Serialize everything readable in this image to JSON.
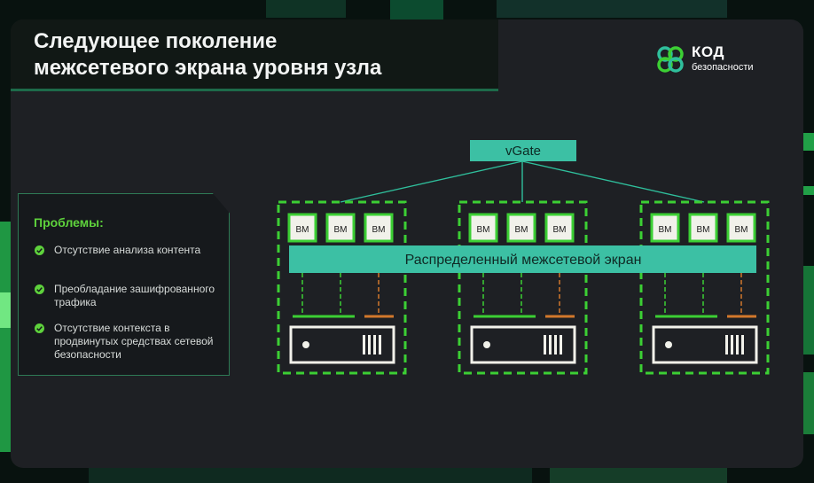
{
  "slide": {
    "title_lines": [
      "Следующее поколение",
      "межсетевого экрана уровня узла"
    ]
  },
  "logo": {
    "name": "КОД",
    "subtitle": "безопасности"
  },
  "problems": {
    "heading": "Проблемы:",
    "items": [
      "Отсутствие анализа контента",
      "Преобладание зашифрованного трафика",
      "Отсутствие контекста в продвинутых средствах сетевой безопасности"
    ]
  },
  "diagram": {
    "controller_label": "vGate",
    "firewall_label": "Распределенный межсетевой экран",
    "vm_label": "ВМ",
    "hosts": [
      {
        "vms": [
          "ВМ",
          "ВМ",
          "ВМ"
        ]
      },
      {
        "vms": [
          "ВМ",
          "ВМ",
          "ВМ"
        ]
      },
      {
        "vms": [
          "ВМ",
          "ВМ",
          "ВМ"
        ]
      }
    ]
  },
  "colors": {
    "accent_teal": "#3cc0a4",
    "accent_green": "#3ccf34",
    "orange": "#d2782c",
    "slide_bg": "#1e2024",
    "title_bg": "#111815"
  },
  "icons": {
    "check": "check-circle-icon",
    "logo": "code-knot-logo-icon",
    "server": "server-icon"
  }
}
